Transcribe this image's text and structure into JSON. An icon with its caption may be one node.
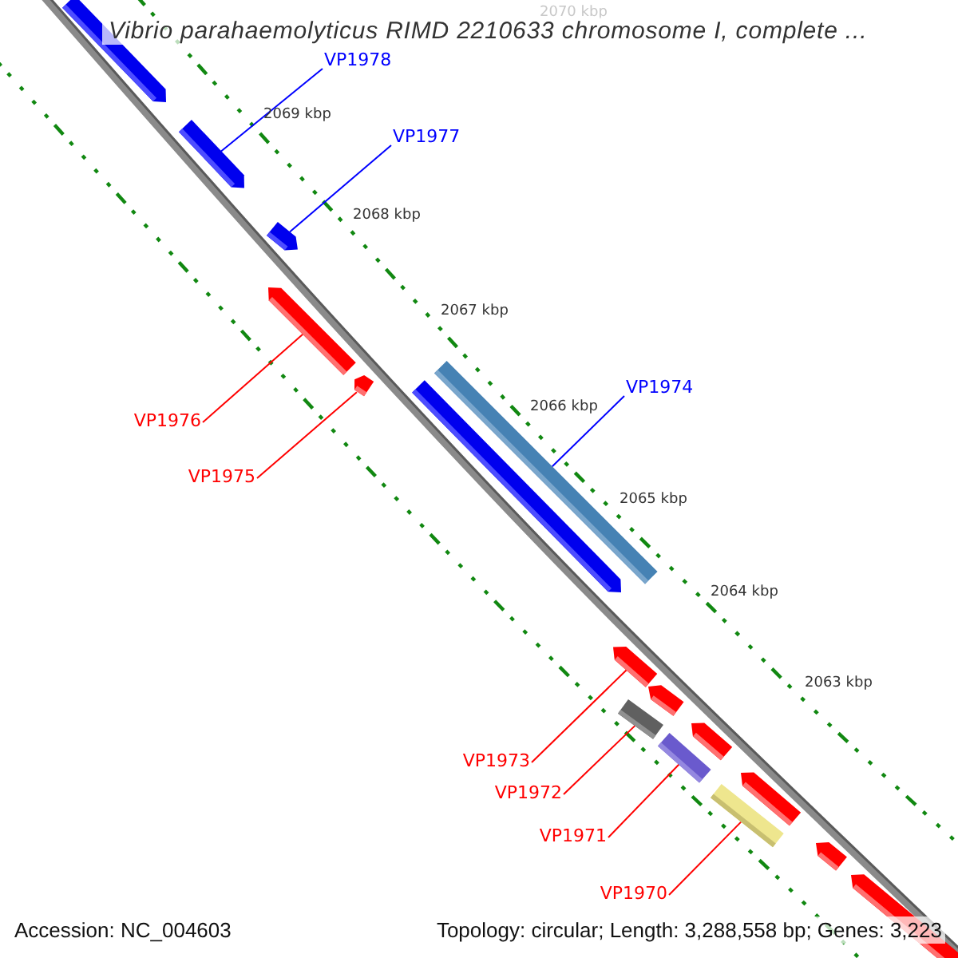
{
  "diagram": {
    "title": "Vibrio parahaemolyticus RIMD 2210633 chromosome I, complete ...",
    "nodes": [
      {
        "text": [
          "VP1978"
        ]
      },
      {
        "text": [],
        "shape": "arrow"
      },
      {
        "text": [
          "VP1977"
        ]
      },
      {
        "text": [],
        "shape": "arrow"
      },
      {
        "text": [
          "VP1976"
        ]
      },
      {
        "text": [],
        "shape": "arrow"
      },
      {
        "text": [
          "VP1975"
        ]
      },
      {
        "text": [],
        "shape": "arrow"
      },
      {
        "text": [
          "VP1974"
        ]
      },
      {
        "text": [],
        "shape": "bar"
      },
      {
        "text": [
          "VP1973"
        ]
      },
      {
        "text": [],
        "shape": "arrow"
      },
      {
        "text": [
          "VP1972"
        ]
      },
      {
        "text": [],
        "shape": "bar"
      },
      {
        "text": [
          "VP1971"
        ]
      },
      {
        "text": [],
        "shape": "bar"
      },
      {
        "text": [
          "VP1970"
        ]
      },
      {
        "text": [],
        "shape": "bar"
      }
    ],
    "edges": [
      {
        "from": 0,
        "to": 1,
        "arrow": "none",
        "color": "#0000ff"
      },
      {
        "from": 2,
        "to": 3,
        "arrow": "none",
        "color": "#0000ff"
      },
      {
        "from": 4,
        "to": 5,
        "arrow": "none"
      },
      {
        "from": 6,
        "to": 7,
        "arrow": "none"
      },
      {
        "from": 8,
        "to": 9,
        "arrow": "none",
        "color": "#0000ff"
      },
      {
        "from": 10,
        "to": 11,
        "arrow": "none"
      },
      {
        "from": 12,
        "to": 13,
        "arrow": "none"
      },
      {
        "from": 14,
        "to": 15,
        "arrow": "none"
      },
      {
        "from": 16,
        "to": 17,
        "arrow": "none"
      }
    ],
    "labels": [
      "2070 kbp",
      "2069 kbp",
      "2068 kbp",
      "2067 kbp",
      "2066 kbp",
      "2065 kbp",
      "2064 kbp",
      "2063 kbp",
      "Accession: NC_004603",
      "Topology: circular; Length: 3,288,558 bp; Genes: 3,223"
    ]
  }
}
